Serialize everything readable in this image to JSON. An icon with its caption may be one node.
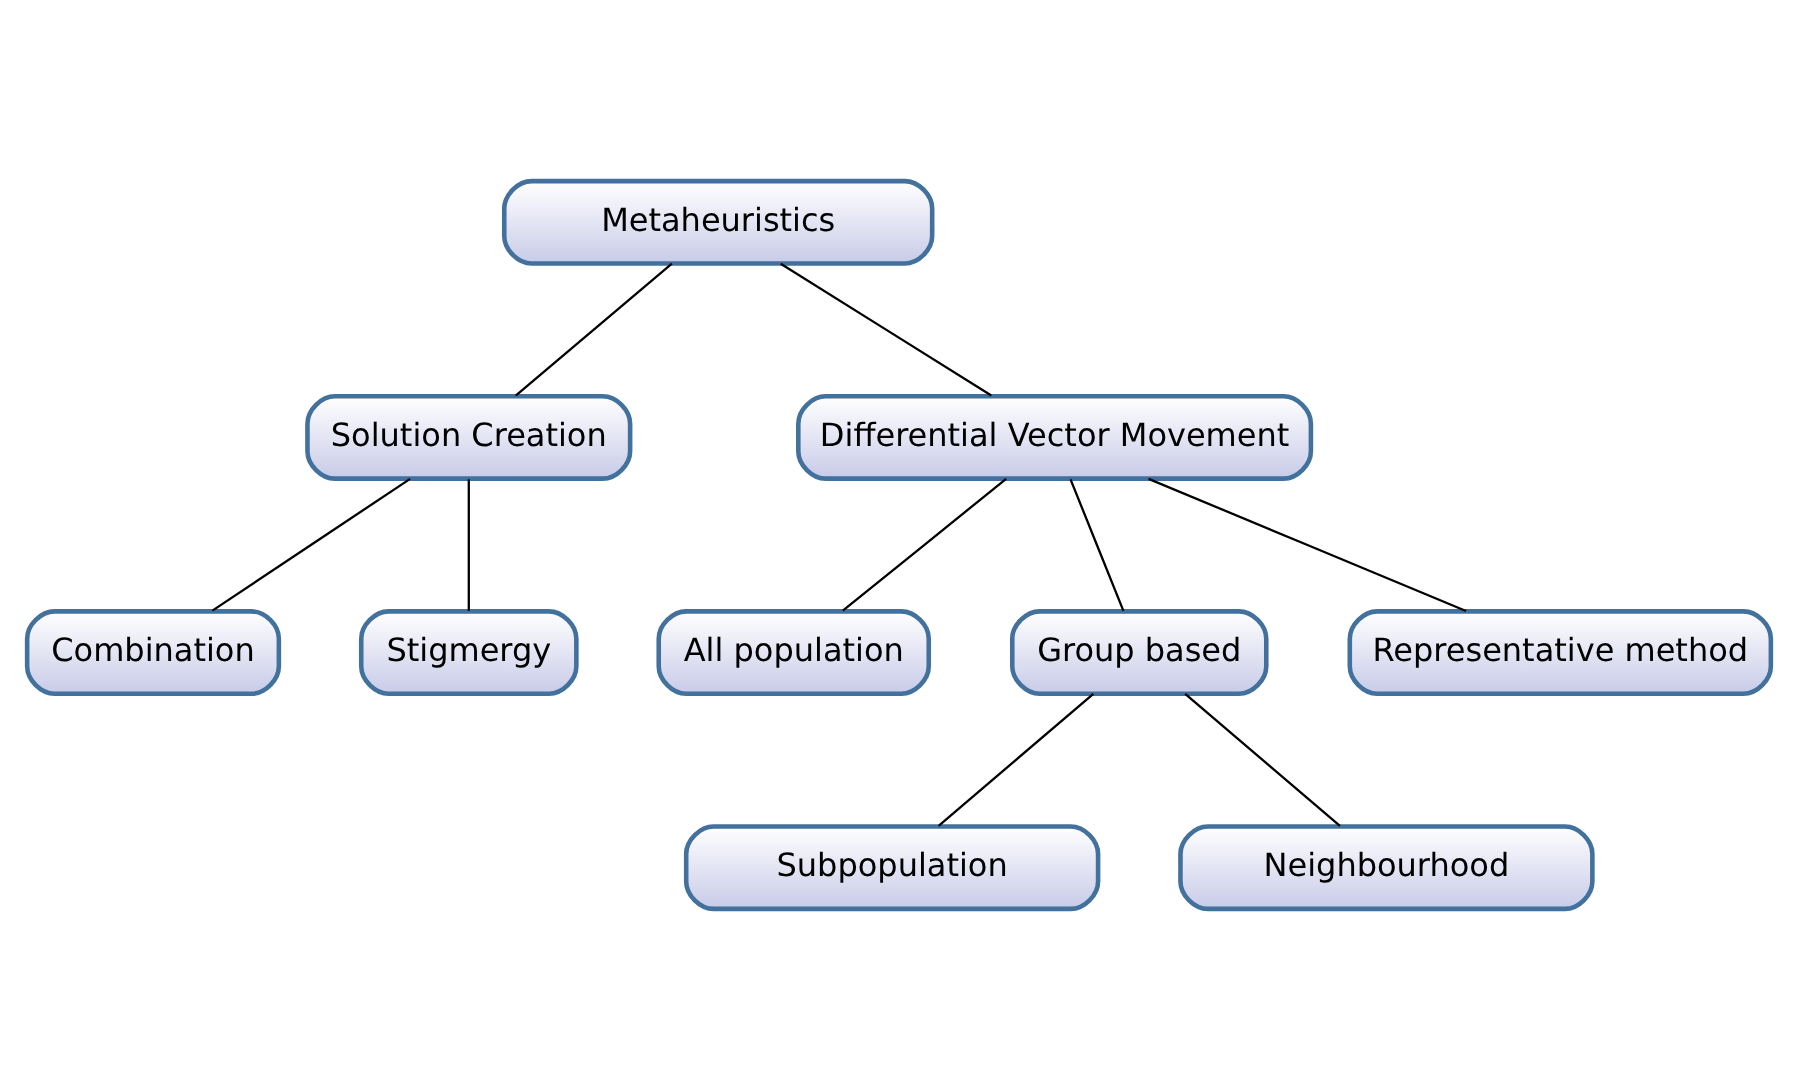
{
  "diagram": {
    "nodes": [
      {
        "text": [
          "Metaheuristics"
        ]
      },
      {
        "text": [
          "Solution Creation"
        ]
      },
      {
        "text": [
          "Differential Vector Movement"
        ]
      },
      {
        "text": [
          "Combination"
        ]
      },
      {
        "text": [
          "Stigmergy"
        ]
      },
      {
        "text": [
          "All population"
        ]
      },
      {
        "text": [
          "Group based"
        ]
      },
      {
        "text": [
          "Representative method"
        ]
      },
      {
        "text": [
          "Subpopulation"
        ]
      },
      {
        "text": [
          "Neighbourhood"
        ]
      }
    ],
    "edges": [
      {
        "from": 0,
        "to": 1,
        "arrow": "none"
      },
      {
        "from": 0,
        "to": 2,
        "arrow": "none"
      },
      {
        "from": 1,
        "to": 3,
        "arrow": "none"
      },
      {
        "from": 1,
        "to": 4,
        "arrow": "none"
      },
      {
        "from": 2,
        "to": 5,
        "arrow": "none"
      },
      {
        "from": 2,
        "to": 6,
        "arrow": "none"
      },
      {
        "from": 2,
        "to": 7,
        "arrow": "none"
      },
      {
        "from": 6,
        "to": 8,
        "arrow": "none"
      },
      {
        "from": 6,
        "to": 9,
        "arrow": "none"
      }
    ]
  }
}
